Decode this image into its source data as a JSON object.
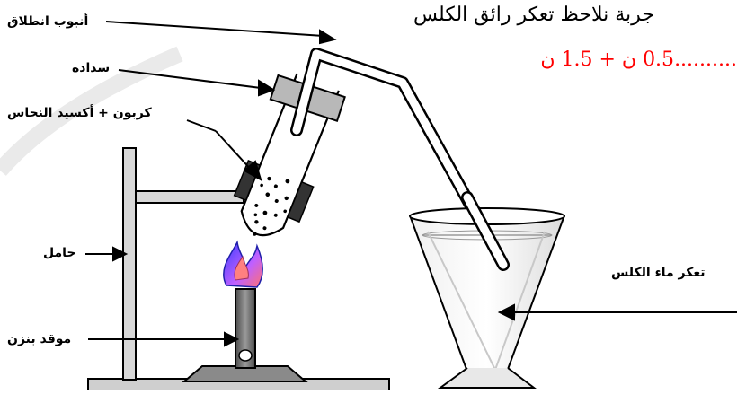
{
  "header": {
    "observation_text": "جربة نلاحظ تعكر رائق الكلس",
    "score_text": "..........0.5 ن + 1.5 ن"
  },
  "labels": {
    "delivery_tube": "أنبوب انطلاق",
    "stopper": "سدادة",
    "mixture": "كربون + أكسيد النحاس",
    "stand": "حامل",
    "burner": "موقد بنزن",
    "limewater": "تعكر ماء الكلس"
  },
  "colors": {
    "score": "#ff0000",
    "flame_outer": "#4040ff",
    "flame_inner": "#ff6060",
    "stopper": "#b0b0b0",
    "clamp": "#333333",
    "burner": "#707070"
  }
}
